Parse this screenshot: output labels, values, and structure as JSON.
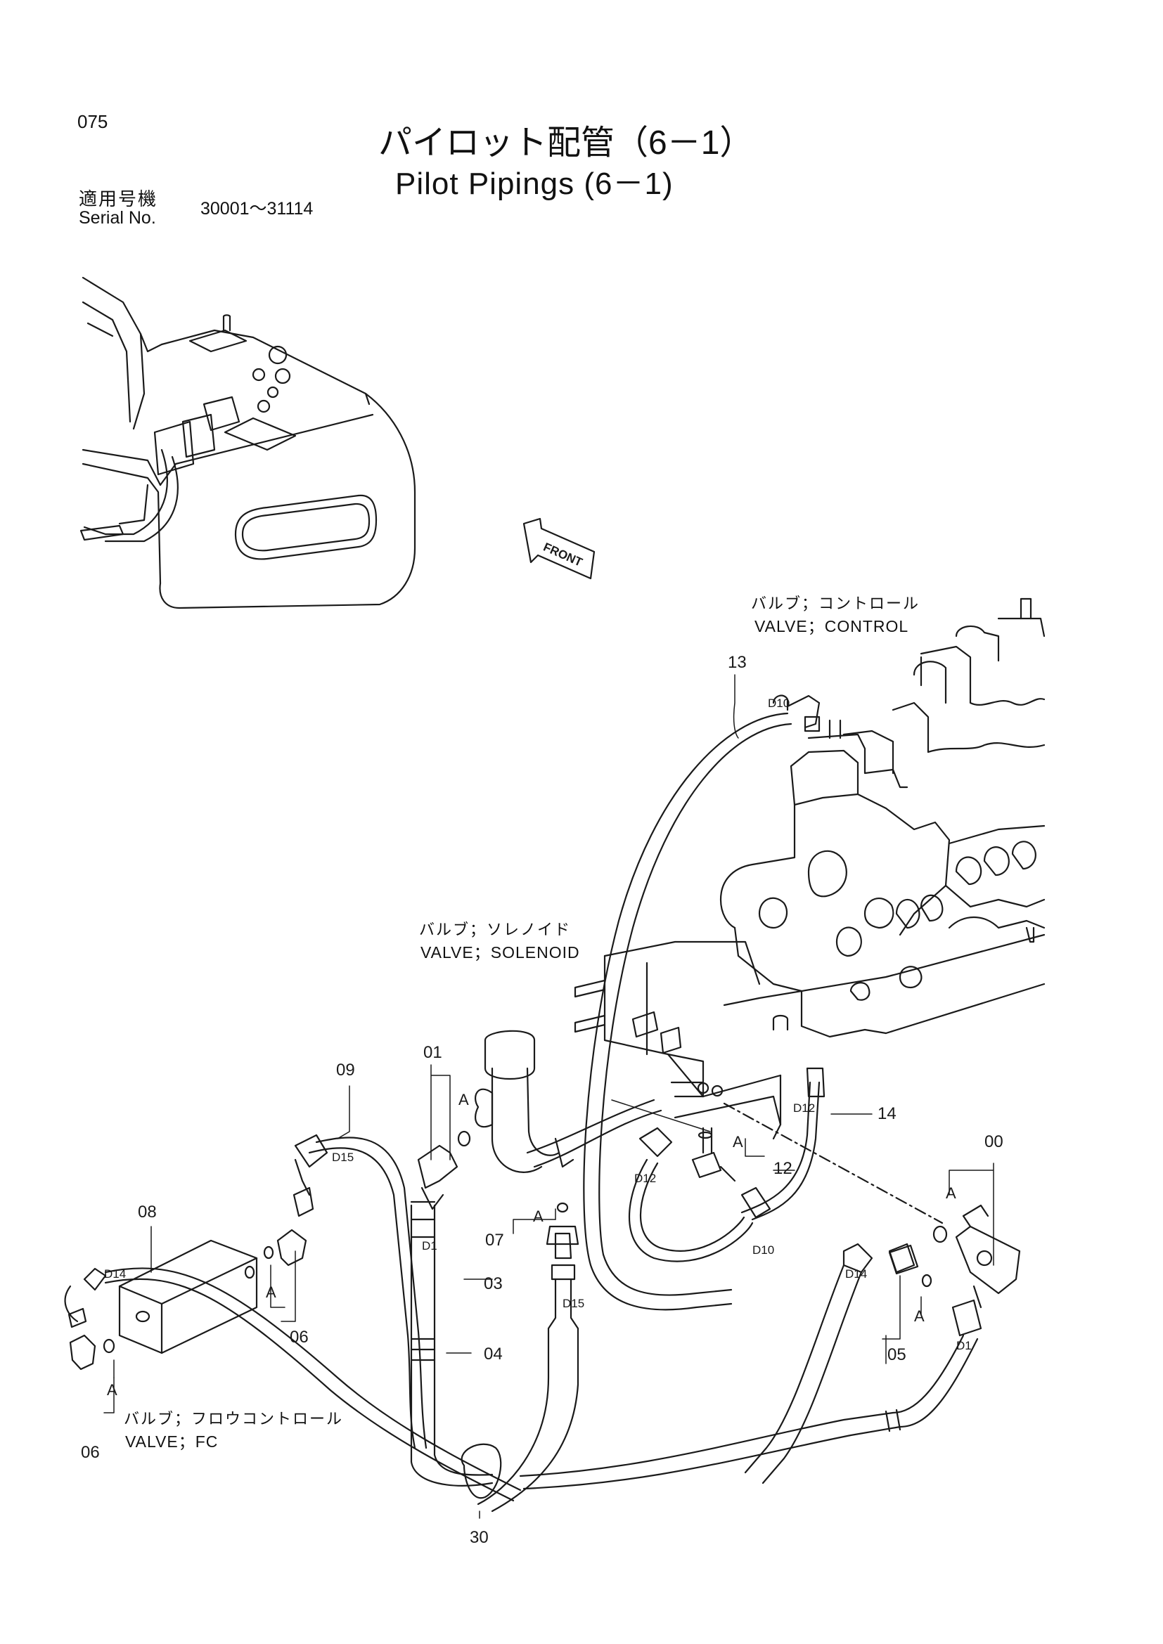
{
  "page_number": "075",
  "title": {
    "japanese": "パイロット配管（6－1）",
    "english": "Pilot Pipings (6－1)"
  },
  "serial": {
    "label_jp": "適用号機",
    "label_en": "Serial No.",
    "range": "30001～31114"
  },
  "front_arrow_label": "FRONT",
  "components": {
    "control_valve": {
      "jp": "バルブ；コントロール",
      "en": "VALVE；CONTROL"
    },
    "solenoid_valve": {
      "jp": "バルブ；ソレノイド",
      "en": "VALVE；SOLENOID"
    },
    "fc_valve": {
      "jp": "バルブ；フロウコントロール",
      "en": "VALVE；FC"
    }
  },
  "part_numbers": [
    "00",
    "01",
    "03",
    "04",
    "05",
    "06",
    "06",
    "07",
    "08",
    "09",
    "12",
    "13",
    "14",
    "30"
  ],
  "port_codes": [
    "D10",
    "D12",
    "D12",
    "D10",
    "D15",
    "D1",
    "D15",
    "D14",
    "D14",
    "D1"
  ],
  "detail_marks": [
    "A",
    "A",
    "A",
    "A",
    "A",
    "A",
    "A"
  ],
  "colors": {
    "line": "#1a1a1a",
    "background": "#ffffff"
  }
}
